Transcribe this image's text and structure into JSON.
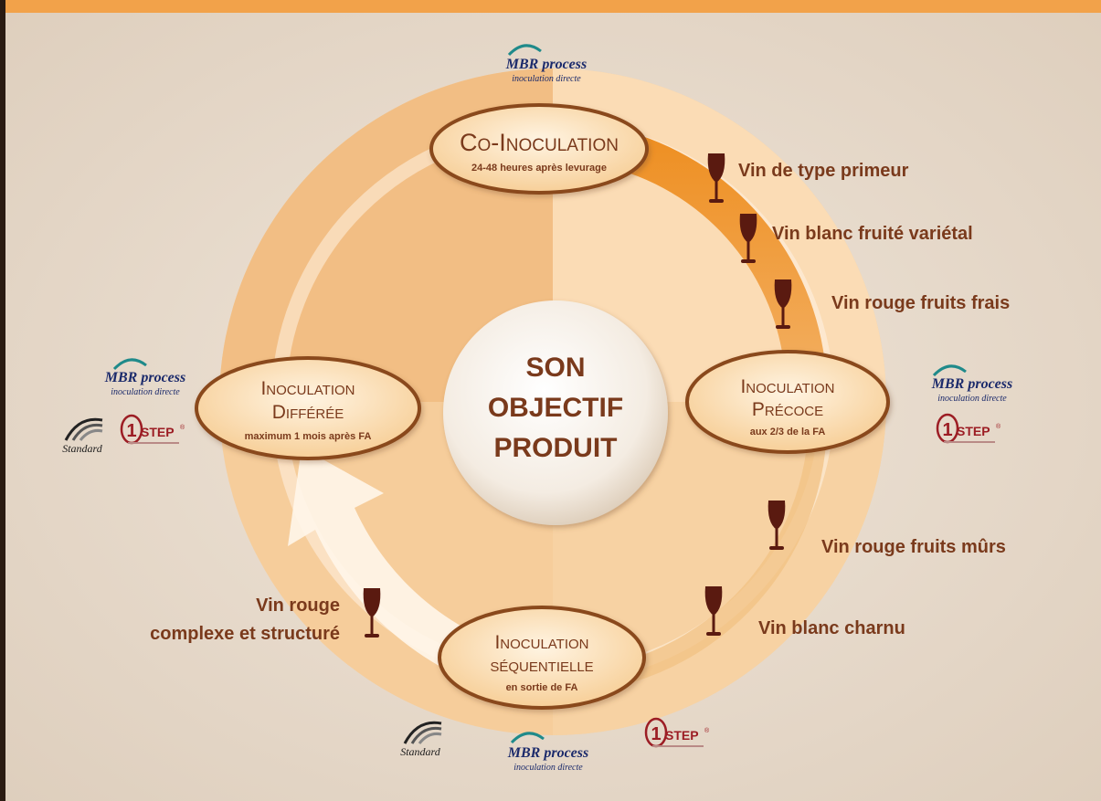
{
  "center": {
    "line1": "SON",
    "line2": "OBJECTIF",
    "line3": "PRODUIT"
  },
  "stages": {
    "co": {
      "title": "Co-Inoculation",
      "subtitle": "24-48 heures après levurage"
    },
    "precoce": {
      "title1": "Inoculation",
      "title2": "Précoce",
      "subtitle": "aux 2/3 de la FA"
    },
    "sequentielle": {
      "title1": "Inoculation",
      "title2": "séquentielle",
      "subtitle": "en sortie de FA"
    },
    "differee": {
      "title1": "Inoculation",
      "title2": "Différée",
      "subtitle": "maximum 1 mois après FA"
    }
  },
  "wines": {
    "primeur": "Vin de type primeur",
    "blanc_fruite": "Vin blanc fruité variétal",
    "rouge_frais": "Vin rouge fruits frais",
    "rouge_murs": "Vin rouge fruits mûrs",
    "blanc_charnu": "Vin blanc charnu",
    "rouge_complexe_1": "Vin rouge",
    "rouge_complexe_2": "complexe et structuré"
  },
  "logos": {
    "mbr_name": "MBR process",
    "mbr_sub": "inoculation directe",
    "standard": "Standard",
    "onestep_digit": "1",
    "onestep_word": "STEP",
    "onestep_mark": "®"
  },
  "colors": {
    "background": "#e6d9cb",
    "circle": "#f6cd9b",
    "arc": "#ef9a3c",
    "text_brown": "#7a3a1c",
    "glass": "#5a1a10",
    "mbr_blue": "#1b2a6b",
    "onestep_red": "#9c1d24"
  }
}
